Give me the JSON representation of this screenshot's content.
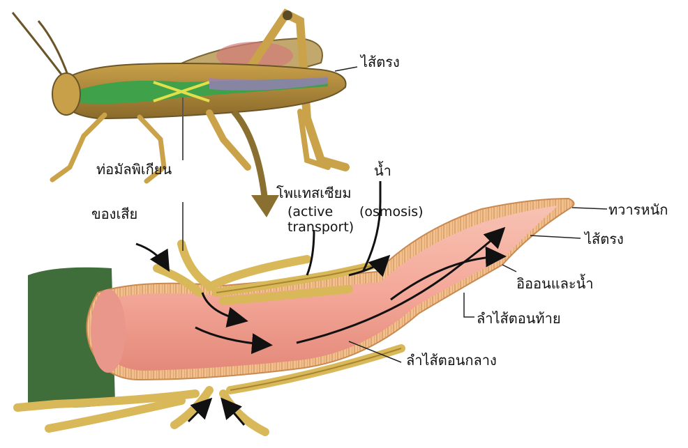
{
  "labels": {
    "rectum_top": "ไส้ตรง",
    "malpighian": "ท่อมัลพิเกียน",
    "water_top": "น้ำ",
    "potassium": "โพแทสเซียม",
    "active_transport": "(active\ntransport)",
    "osmosis": "(osmosis)",
    "waste": "ของเสีย",
    "anus": "ทวารหนัก",
    "rectum": "ไส้ตรง",
    "ions_water": "อิออนและน้ำ",
    "hindgut": "ลำไส้ตอนท้าย",
    "midgut": "ลำไส้ตอนกลาง"
  },
  "colors": {
    "gut_pink": "#f4a99a",
    "gut_wall": "#d8705e",
    "tubule_yellow": "#d9b85a",
    "crop_green": "#3f6e3a",
    "arrow_brown": "#8a7030"
  }
}
